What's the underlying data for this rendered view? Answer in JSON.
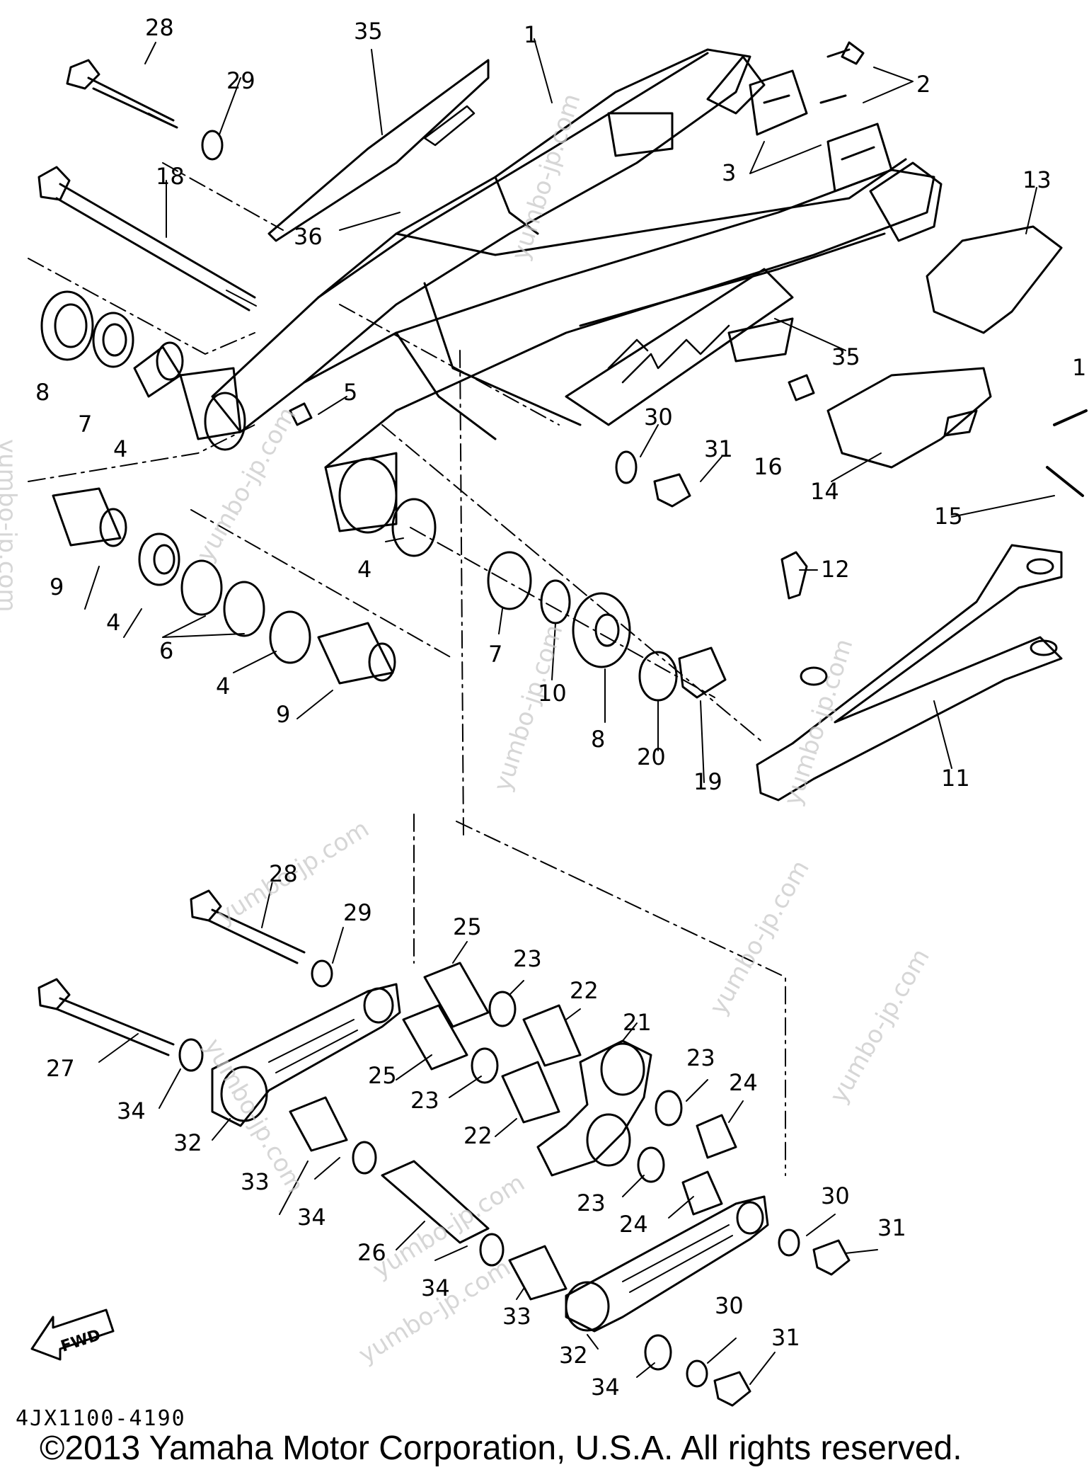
{
  "callouts": {
    "n1": "1",
    "n2": "2",
    "n3": "3",
    "n4a": "4",
    "n4b": "4",
    "n4c": "4",
    "n4d": "4",
    "n5": "5",
    "n6": "6",
    "n7a": "7",
    "n7b": "7",
    "n8a": "8",
    "n8b": "8",
    "n9a": "9",
    "n9b": "9",
    "n10": "10",
    "n11": "11",
    "n12": "12",
    "n13": "13",
    "n14": "14",
    "n15": "15",
    "n16": "16",
    "n17": "1",
    "n18": "18",
    "n19": "19",
    "n20": "20",
    "n21": "21",
    "n22a": "22",
    "n22b": "22",
    "n23a": "23",
    "n23b": "23",
    "n23c": "23",
    "n23d": "23",
    "n24a": "24",
    "n24b": "24",
    "n25a": "25",
    "n25b": "25",
    "n26": "26",
    "n27": "27",
    "n28a": "28",
    "n28b": "28",
    "n29a": "29",
    "n29b": "29",
    "n30a": "30",
    "n30b": "30",
    "n30c": "30",
    "n31a": "31",
    "n31b": "31",
    "n31c": "31",
    "n32a": "32",
    "n32b": "32",
    "n33a": "33",
    "n33b": "33",
    "n34a": "34",
    "n34b": "34",
    "n34c": "34",
    "n34d": "34",
    "n35a": "35",
    "n35b": "35",
    "n36": "36"
  },
  "fwd_label": "FWD",
  "diagram_code": "4JX1100-4190",
  "copyright": "©2013 Yamaha Motor Corporation, U.S.A. All rights reserved.",
  "watermark": "yumbo-jp.com"
}
